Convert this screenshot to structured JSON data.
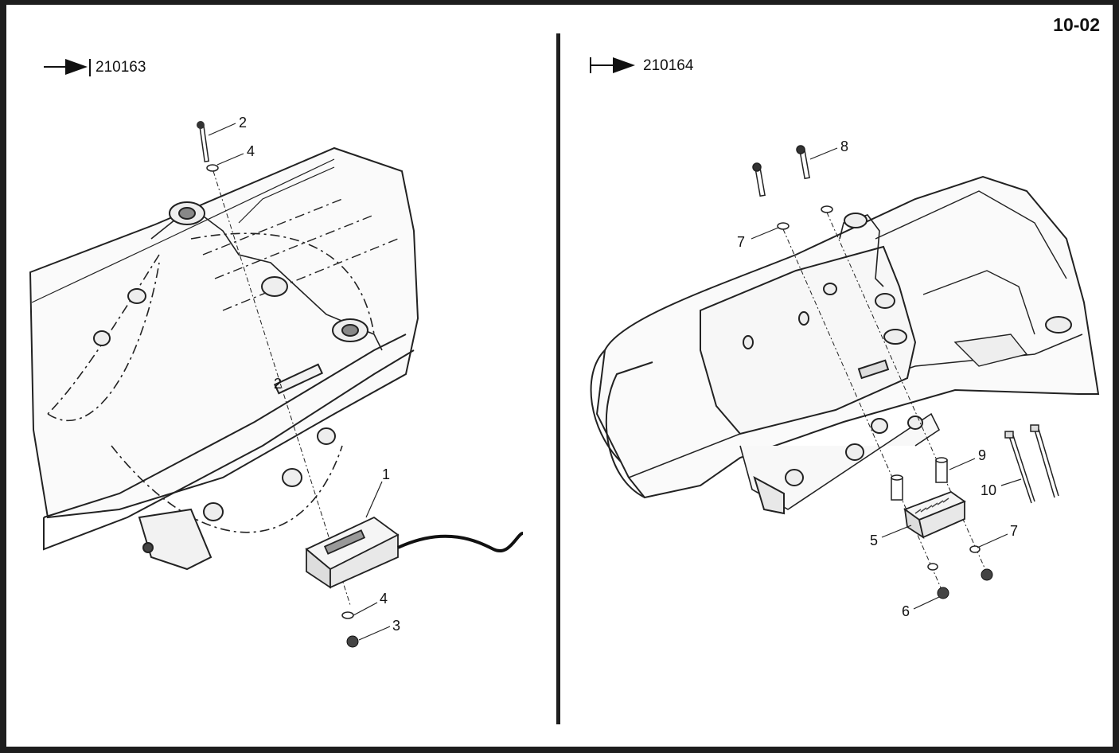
{
  "page_number": "10-02",
  "left_view": {
    "serial": "210163",
    "callouts": {
      "c2_top": "2",
      "c4_top": "4",
      "c2_mid": "2",
      "c1": "1",
      "c4_bottom": "4",
      "c3": "3"
    }
  },
  "right_view": {
    "serial": "210164",
    "callouts": {
      "c8": "8",
      "c7_top": "7",
      "c9": "9",
      "c10": "10",
      "c5": "5",
      "c7_bottom": "7",
      "c6": "6"
    }
  }
}
